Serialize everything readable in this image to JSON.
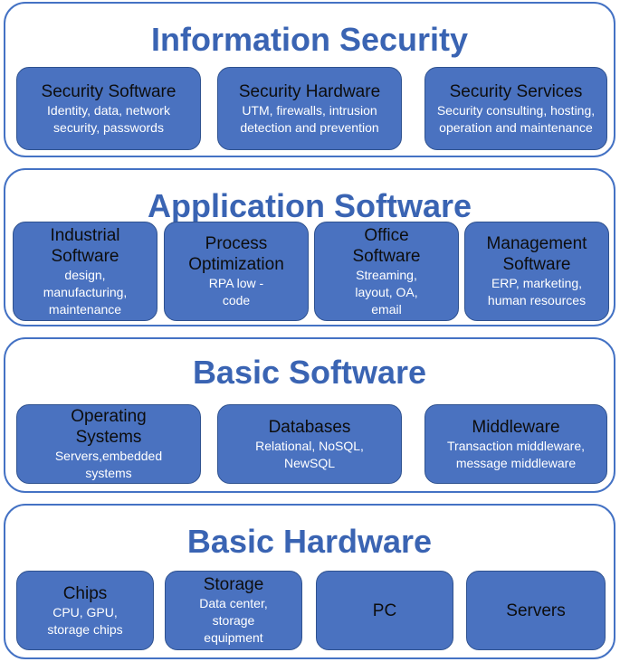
{
  "layers": [
    {
      "title": "Information Security",
      "boxes": [
        {
          "title": "Security Software",
          "desc": "Identity, data, network security, passwords"
        },
        {
          "title": "Security Hardware",
          "desc": "UTM, firewalls, intrusion detection and prevention"
        },
        {
          "title": "Security Services",
          "desc": "Security consulting, hosting, operation and maintenance"
        }
      ]
    },
    {
      "title": "Application Software",
      "boxes": [
        {
          "title": "Industrial Software",
          "desc": "design, manufacturing, maintenance"
        },
        {
          "title": "Process Optimization",
          "desc": "RPA low - code"
        },
        {
          "title": "Office Software",
          "desc": "Streaming, layout, OA, email"
        },
        {
          "title": "Management Software",
          "desc": "ERP, marketing, human resources"
        }
      ]
    },
    {
      "title": "Basic Software",
      "boxes": [
        {
          "title": "Operating Systems",
          "desc": "Servers,embedded systems"
        },
        {
          "title": "Databases",
          "desc": "Relational, NoSQL, NewSQL"
        },
        {
          "title": "Middleware",
          "desc": "Transaction middleware, message middleware"
        }
      ]
    },
    {
      "title": "Basic Hardware",
      "boxes": [
        {
          "title": "Chips",
          "desc": "CPU, GPU, storage chips"
        },
        {
          "title": "Storage",
          "desc": "Data center, storage equipment"
        },
        {
          "title": "",
          "desc": "PC"
        },
        {
          "title": "",
          "desc": "Servers"
        }
      ]
    }
  ],
  "colors": {
    "accent": "#3a64b3",
    "box_fill": "#4a72c0",
    "box_border": "#2f528f"
  }
}
